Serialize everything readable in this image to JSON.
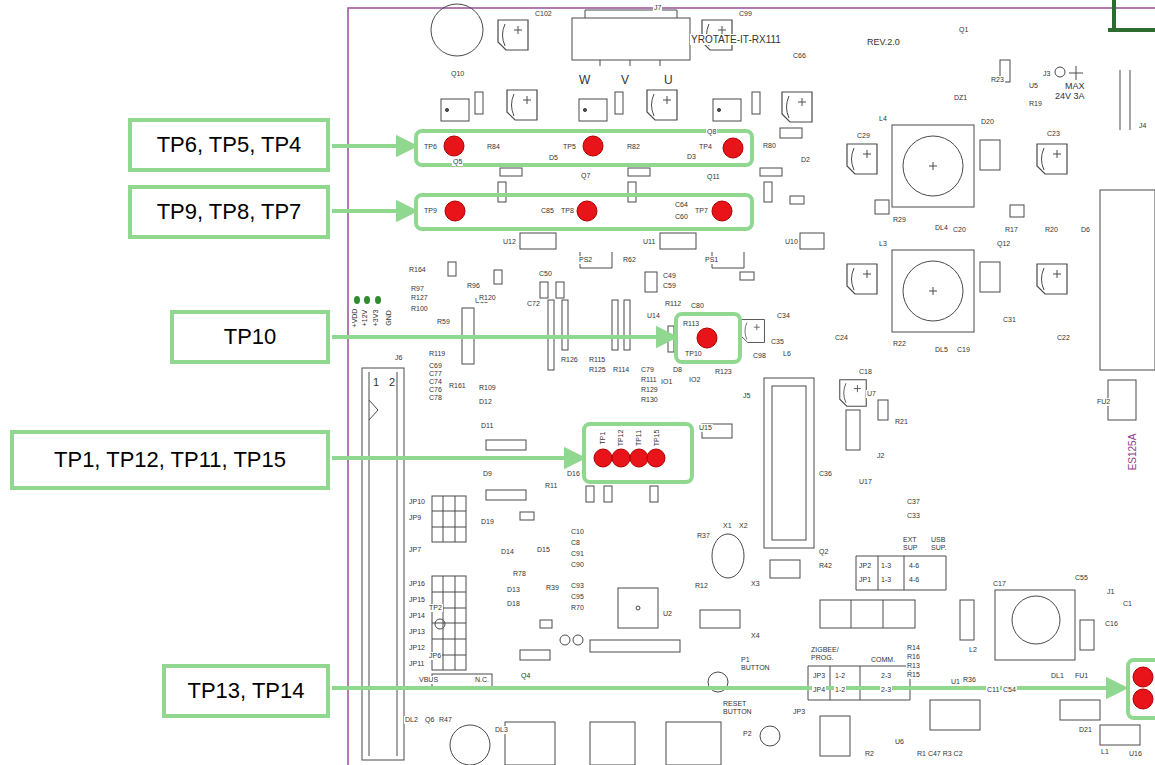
{
  "diagram": {
    "nodes": [
      {
        "text": [
          "TP6, TP5, TP4"
        ]
      },
      {
        "text": [
          "TP9, TP8, TP7"
        ]
      },
      {
        "text": [
          "TP10"
        ]
      },
      {
        "text": [
          "TP1, TP12, TP11, TP15"
        ]
      },
      {
        "text": [
          "TP13, TP14"
        ]
      }
    ],
    "labels": [
      "YROTATE-IT-RX111",
      "REV.2.0",
      "W",
      "V",
      "U",
      "J7",
      "Q10",
      "C102",
      "C99",
      "C66",
      "Q1",
      "R23",
      "DZ1",
      "U5",
      "R19",
      "J3",
      "MAX",
      "24V 3A",
      "TP6",
      "Q5",
      "R84",
      "D5",
      "TP5",
      "R82",
      "D3",
      "TP4",
      "Q8",
      "R80",
      "D2",
      "Q7",
      "Q11",
      "TP9",
      "C85",
      "TP8",
      "C64",
      "C60",
      "TP7",
      "U12",
      "U11",
      "U10",
      "PS2",
      "PS1",
      "R62",
      "C49",
      "C59",
      "C50",
      "C72",
      "U13",
      "R112",
      "U14",
      "C80",
      "R113",
      "TP10",
      "R123",
      "C35",
      "C34",
      "L6",
      "C98",
      "C18",
      "C24",
      "R164",
      "R97",
      "R127",
      "R100",
      "R119",
      "R96",
      "R120",
      "R59",
      "C69",
      "C77",
      "C74",
      "C76",
      "C78",
      "R161",
      "R109",
      "R126",
      "R115",
      "R125",
      "R114",
      "R111",
      "R129",
      "R130",
      "C79",
      "IO1",
      "IO2",
      "D8",
      "U15",
      "J5",
      "U7",
      "R21",
      "C36",
      "U17",
      "J2",
      "C37",
      "C33",
      "D11",
      "D12",
      "D9",
      "D19",
      "D16",
      "R11",
      "D14",
      "D15",
      "R78",
      "D13",
      "D18",
      "C10",
      "C8",
      "C91",
      "C90",
      "R39",
      "C93",
      "C95",
      "R70",
      "X1",
      "X2",
      "R37",
      "Q2",
      "R42",
      "X3",
      "R12",
      "U2",
      "X4",
      "EXT SUP",
      "USB SUP.",
      "JP2",
      "1-3",
      "4-6",
      "JP1",
      "1-3",
      "4-6",
      "ZIGBEE/ PROG.",
      "COMM.",
      "JP3",
      "1-2",
      "2-3",
      "JP4",
      "1-2",
      "2-3",
      "P1 BUTTON",
      "RESET BUTTON",
      "P2",
      "JP3",
      "R14",
      "R16",
      "R13",
      "R15",
      "U1",
      "R36",
      "C11",
      "C54",
      "L2",
      "DL1",
      "FU1",
      "D21",
      "U16",
      "L1",
      "R1 C47 R3 C2",
      "U6",
      "R2",
      "L4",
      "L3",
      "DL4",
      "DL5",
      "C29",
      "D20",
      "C23",
      "J4",
      "R29",
      "C20",
      "R17",
      "R20",
      "D6",
      "Q12",
      "R22",
      "C19",
      "C22",
      "C31",
      "FU2",
      "ES125A",
      "J1",
      "C55",
      "C17",
      "C1",
      "C16",
      "+VDD",
      "+12V",
      "+3V3",
      "GND",
      "J6",
      "1",
      "2",
      "JP10",
      "JP9",
      "JP7",
      "JP16",
      "JP15",
      "JP14",
      "JP13",
      "JP12",
      "JP11",
      "TP2",
      "JP6",
      "VBUS",
      "N.C.",
      "Q4",
      "DL2",
      "Q6",
      "R47",
      "DL3",
      "TP1",
      "TP12",
      "TP11",
      "TP15"
    ]
  }
}
